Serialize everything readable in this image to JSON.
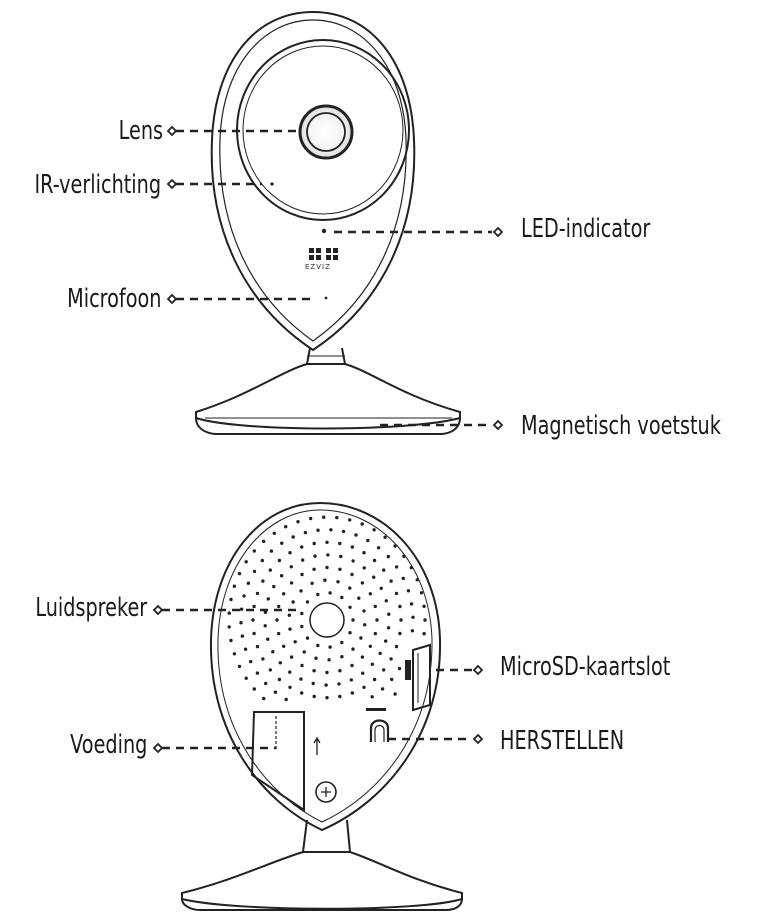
{
  "labels": {
    "lens": "Lens",
    "ir": "IR-verlichting",
    "led": "LED-indicator",
    "microphone": "Microfoon",
    "base": "Magnetisch voetstuk",
    "speaker": "Luidspreker",
    "microsd": "MicroSD-kaartslot",
    "power": "Voeding",
    "reset": "HERSTELLEN"
  },
  "brand": {
    "logo_text": "EZVIZ"
  },
  "colors": {
    "stroke": "#222222",
    "background": "#ffffff"
  }
}
